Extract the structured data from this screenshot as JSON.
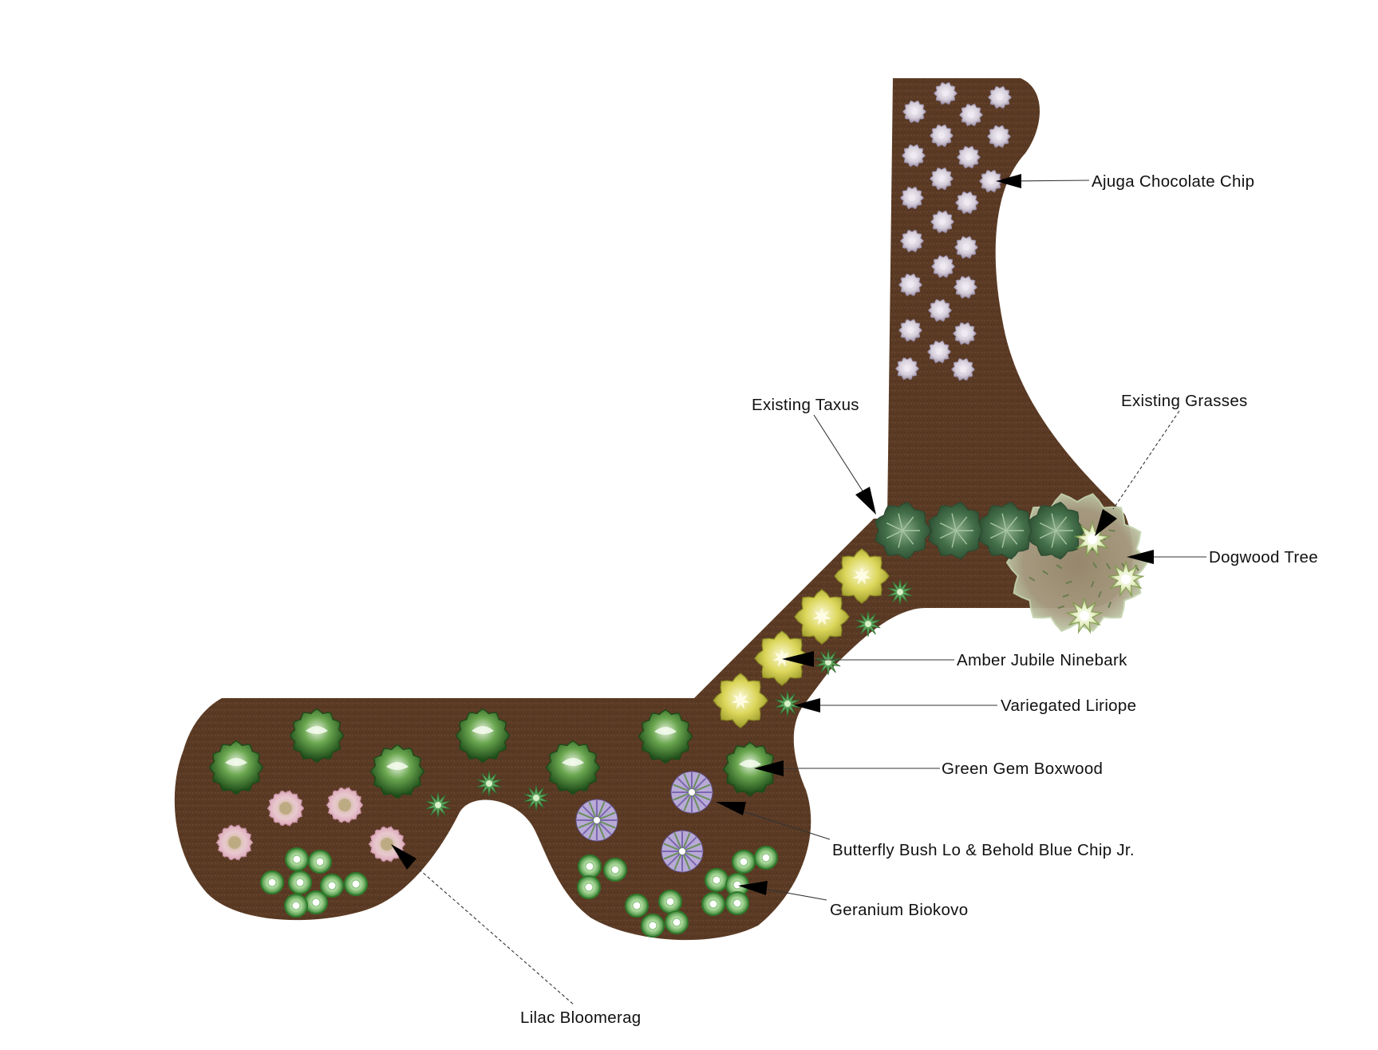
{
  "labels": {
    "ajuga": "Ajuga Chocolate Chip",
    "taxus": "Existing Taxus",
    "grasses": "Existing Grasses",
    "dogwood": "Dogwood Tree",
    "ninebark": "Amber Jubile Ninebark",
    "liriope": "Variegated Liriope",
    "boxwood": "Green Gem Boxwood",
    "butterfly": "Butterfly Bush Lo & Behold Blue Chip Jr.",
    "geranium": "Geranium Biokovo",
    "lilac": "Lilac Bloomerag"
  },
  "colors": {
    "mulch": "#5a3a24",
    "ajuga": "#d4cdd8",
    "taxus": "#3f6a45",
    "grasses": "#c9d8a0",
    "dogwood": "#a59a7e",
    "ninebark": "#d9d453",
    "liriope": "#5ea35e",
    "boxwood": "#4f8e3b",
    "butterfly": "#9a88c2",
    "geranium": "#3f8f3c",
    "lilac": "#e2b8c6"
  }
}
